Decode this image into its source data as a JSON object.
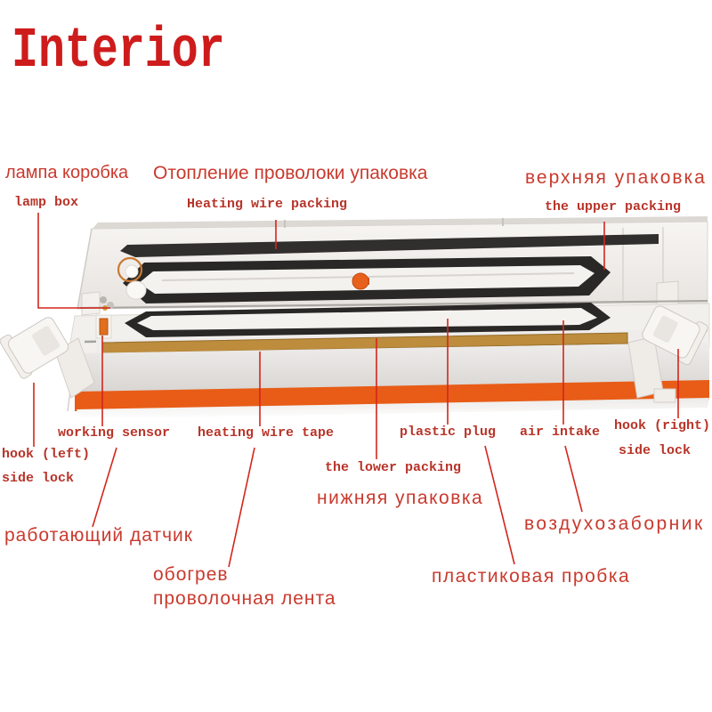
{
  "title": "Interior",
  "labels": {
    "lamp_box": {
      "ru": "лампа коробка",
      "en": "lamp box"
    },
    "heating_wire_packing": {
      "ru": "Отопление проволоки упаковка",
      "en": "Heating wire packing"
    },
    "upper_packing": {
      "ru": "верхняя упаковка",
      "en": "the upper packing"
    },
    "working_sensor": {
      "en": "working sensor",
      "ru": "работающий датчик"
    },
    "heating_wire_tape": {
      "en": "heating wire tape",
      "ru_line1": "обогрев",
      "ru_line2": "проволочная лента"
    },
    "lower_packing": {
      "en": "the lower packing",
      "ru": "нижняя упаковка"
    },
    "plastic_plug": {
      "en": "plastic plug",
      "ru": "пластиковая пробка"
    },
    "air_intake": {
      "en": "air intake",
      "ru": "воздухозаборник"
    },
    "hook_left": {
      "en_line1": "hook (left)",
      "en_line2": "side lock"
    },
    "hook_right": {
      "en_line1": "hook (right)",
      "en_line2": "side lock"
    }
  },
  "colors": {
    "title_red": "#ce1c1c",
    "russian_label_red": "#c93a2e",
    "english_label_red": "#b83429",
    "leader_line_red": "#d4261b",
    "body_orange": "#e85c17",
    "heating_tape_copper": "#bd8c3c",
    "gasket_black": "#2a2826",
    "plastic_white": "#f4f2ef"
  }
}
